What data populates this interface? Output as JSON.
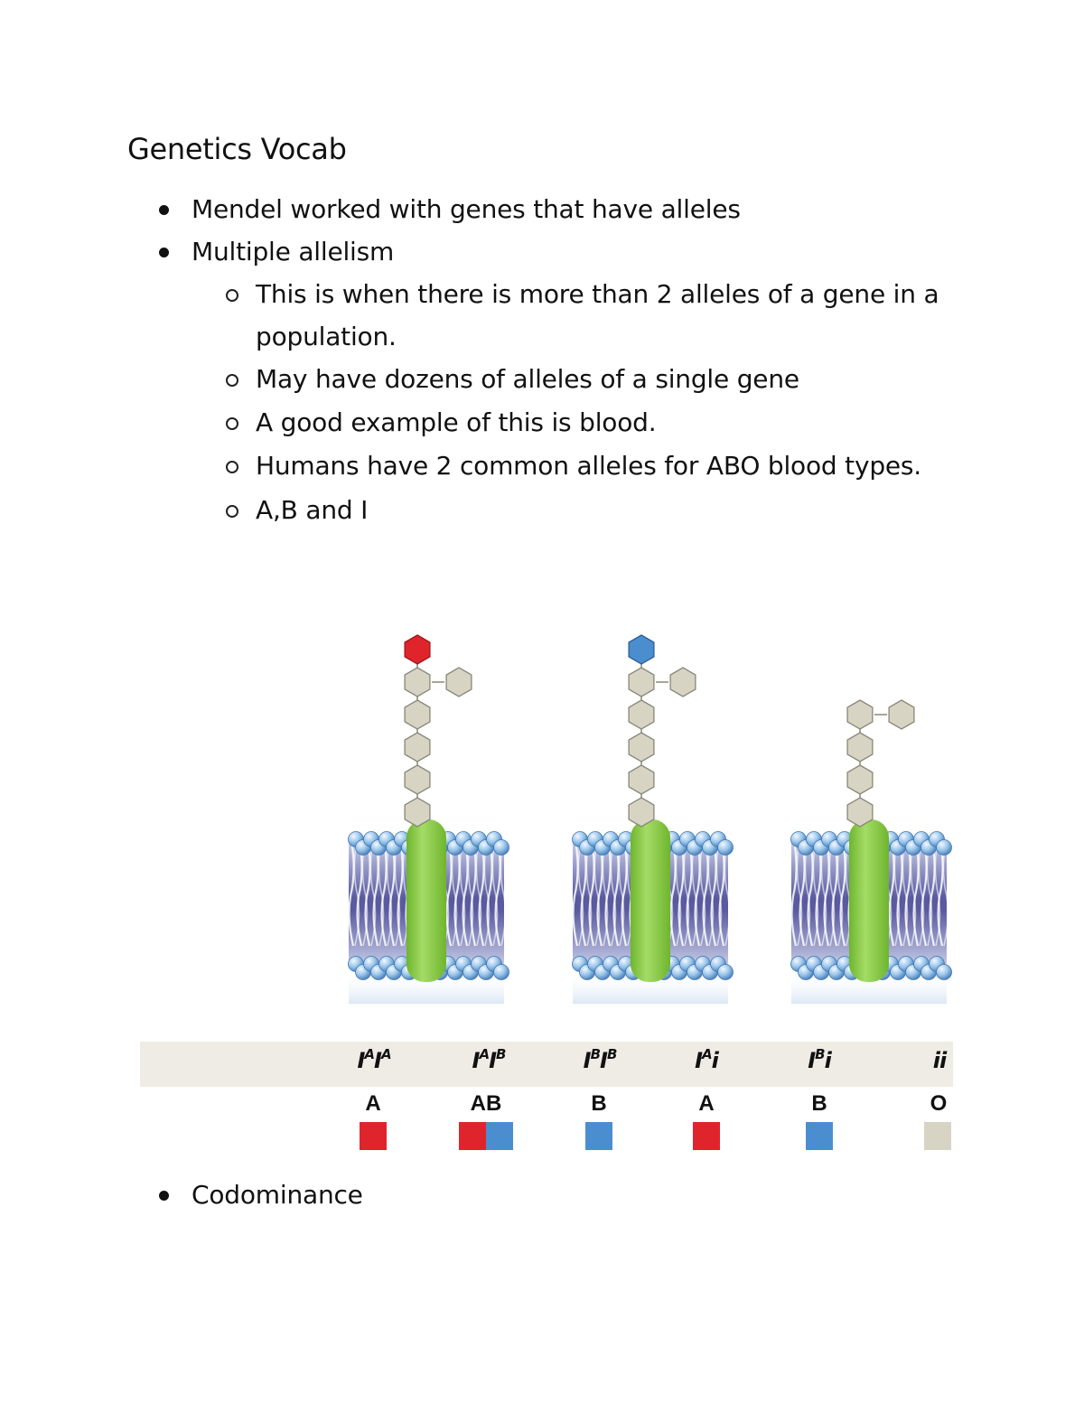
{
  "document": {
    "title": "Genetics Vocab",
    "bullets": [
      {
        "text": "Mendel worked with genes that have alleles"
      },
      {
        "text": "Multiple allelism"
      }
    ],
    "sub_bullets": [
      {
        "line1": "This is when there is more than 2 alleles of a gene in a",
        "line2": "population."
      },
      {
        "line1": "May have dozens of alleles of a single gene"
      },
      {
        "line1": "A good example of this is blood."
      },
      {
        "line1": "Humans have 2 common alleles for ABO blood types."
      },
      {
        "line1": "A,B and I"
      }
    ],
    "final_bullet": {
      "text": "Codominance"
    }
  },
  "figure": {
    "colors": {
      "antigen_a": "#e0242c",
      "antigen_b": "#4b8ed0",
      "sugar": "#d8d4c4",
      "protein": "#8fcf4a",
      "phospholipid_head": "#8fbde6",
      "membrane_tail": "#5a5aa0",
      "band": "#efece5"
    },
    "structures": [
      {
        "antigen": "A"
      },
      {
        "antigen": "B"
      },
      {
        "antigen": "none"
      }
    ],
    "genotypes": [
      {
        "base1": "I",
        "sup1": "A",
        "base2": "I",
        "sup2": "A"
      },
      {
        "base1": "I",
        "sup1": "A",
        "base2": "I",
        "sup2": "B"
      },
      {
        "base1": "I",
        "sup1": "B",
        "base2": "I",
        "sup2": "B"
      },
      {
        "base1": "I",
        "sup1": "A",
        "base2": "i",
        "sup2": ""
      },
      {
        "base1": "I",
        "sup1": "B",
        "base2": "i",
        "sup2": ""
      },
      {
        "base1": "i",
        "sup1": "",
        "base2": "i",
        "sup2": ""
      }
    ],
    "phenotypes": [
      "A",
      "AB",
      "B",
      "A",
      "B",
      "O"
    ],
    "swatches": [
      [
        "#e0242c"
      ],
      [
        "#e0242c",
        "#4b8ed0"
      ],
      [
        "#4b8ed0"
      ],
      [
        "#e0242c"
      ],
      [
        "#4b8ed0"
      ],
      [
        "#d8d4c4"
      ]
    ]
  }
}
